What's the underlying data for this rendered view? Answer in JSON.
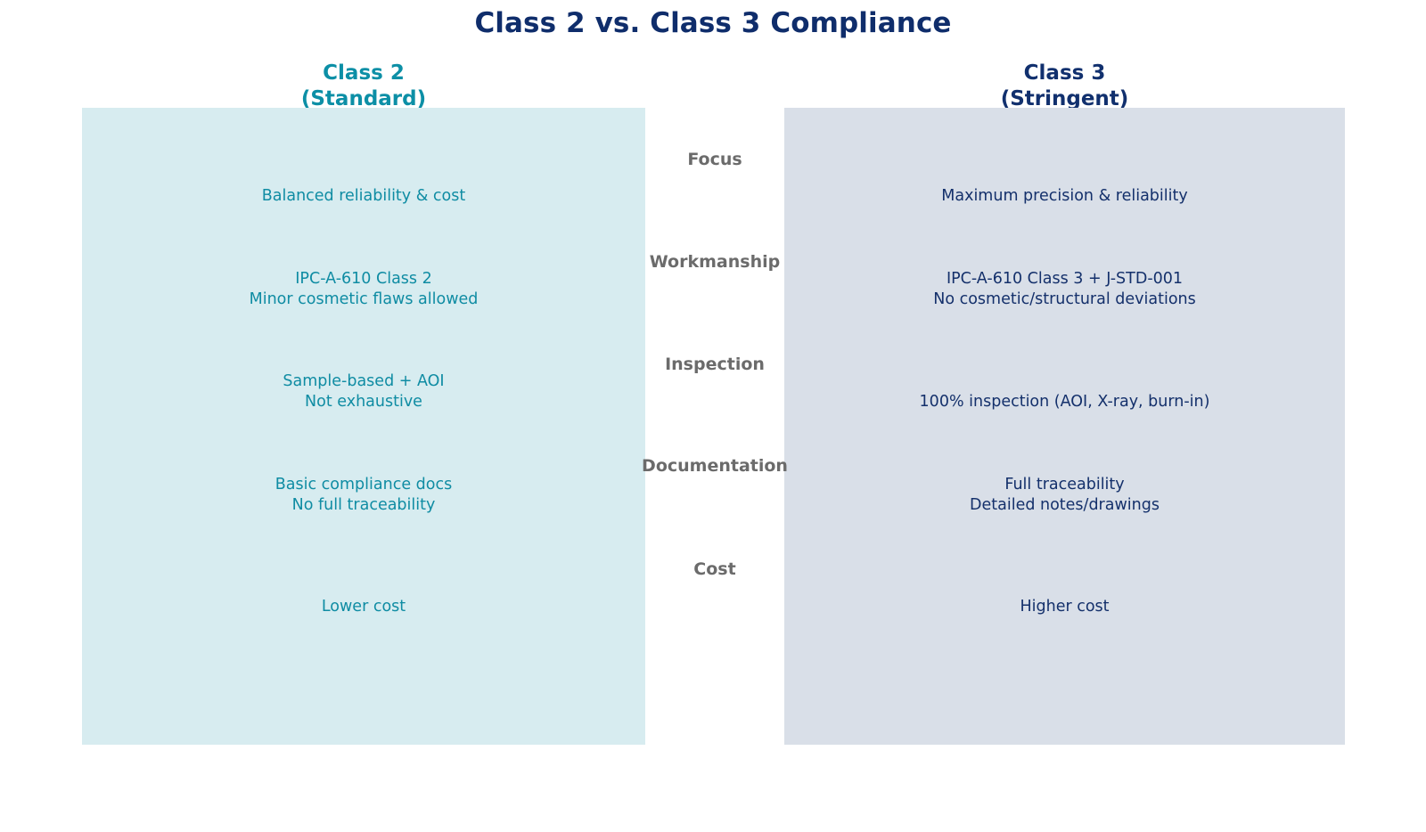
{
  "title": "Class 2 vs. Class 3 Compliance",
  "colors": {
    "title": "#0f2d6b",
    "left_accent": "#0c8fa6",
    "right_accent": "#11306e",
    "left_panel_bg": "#d7ecf0",
    "right_panel_bg": "#d9dfe8",
    "center_label": "#6b6b6b",
    "page_bg": "#ffffff"
  },
  "columns": {
    "left": {
      "name": "Class 2",
      "qualifier": "(Standard)",
      "header": "Class 2\n(Standard)"
    },
    "right": {
      "name": "Class 3",
      "qualifier": "(Stringent)",
      "header": "Class 3\n(Stringent)"
    }
  },
  "chart_data": {
    "type": "table",
    "title": "Class 2 vs. Class 3 Compliance",
    "categories": [
      "Focus",
      "Workmanship",
      "Inspection",
      "Documentation",
      "Cost"
    ],
    "series": [
      {
        "name": "Class 2 (Standard)",
        "values": [
          "Balanced reliability & cost",
          "IPC-A-610 Class 2\nMinor cosmetic flaws allowed",
          "Sample-based + AOI\nNot exhaustive",
          "Basic compliance docs\nNo full traceability",
          "Lower cost"
        ]
      },
      {
        "name": "Class 3 (Stringent)",
        "values": [
          "Maximum precision & reliability",
          "IPC-A-610 Class 3 + J-STD-001\nNo cosmetic/structural deviations",
          "100% inspection (AOI, X-ray, burn-in)",
          "Full traceability\nDetailed notes/drawings",
          "Higher cost"
        ]
      }
    ],
    "legend": "none",
    "grid": false
  },
  "rows": [
    {
      "label": "Focus",
      "left": "Balanced reliability & cost",
      "right": "Maximum precision & reliability"
    },
    {
      "label": "Workmanship",
      "left": "IPC-A-610 Class 2\nMinor cosmetic flaws allowed",
      "right": "IPC-A-610 Class 3 + J-STD-001\nNo cosmetic/structural deviations"
    },
    {
      "label": "Inspection",
      "left": "Sample-based + AOI\nNot exhaustive",
      "right": "100% inspection (AOI, X-ray, burn-in)"
    },
    {
      "label": "Documentation",
      "left": "Basic compliance docs\nNo full traceability",
      "right": "Full traceability\nDetailed notes/drawings"
    },
    {
      "label": "Cost",
      "left": "Lower cost",
      "right": "Higher cost"
    }
  ]
}
